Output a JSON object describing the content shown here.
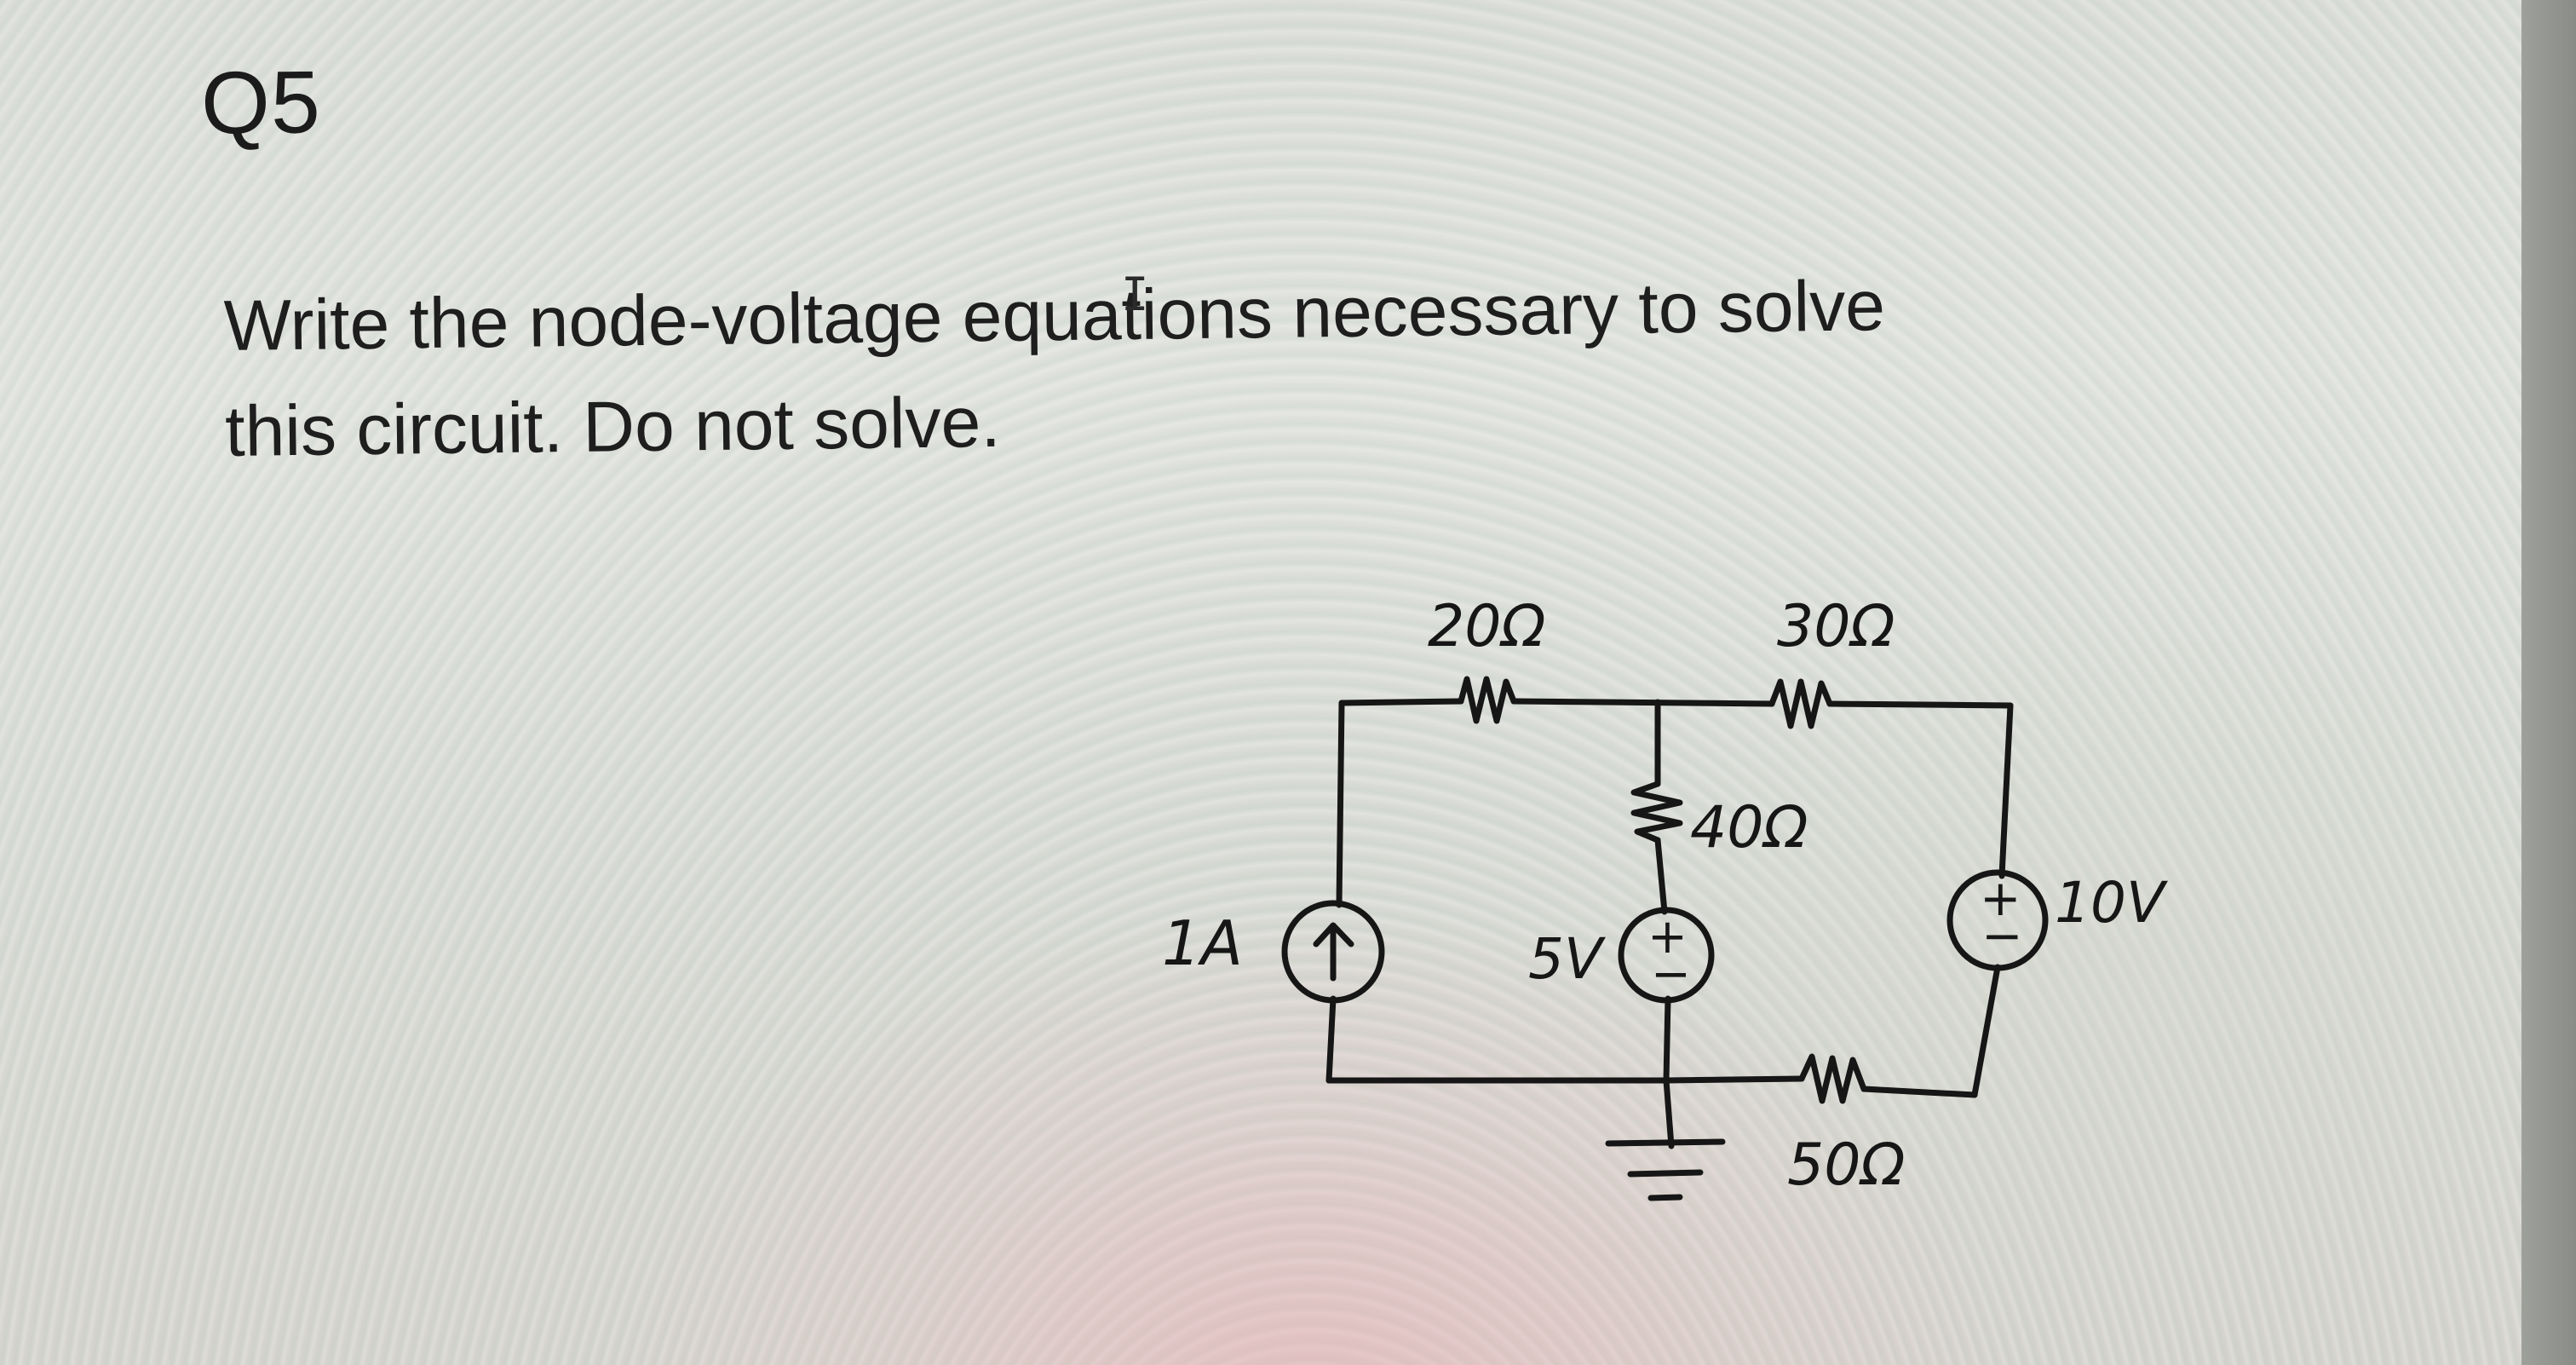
{
  "question": {
    "number": "Q5",
    "line1": "Write the node-voltage equations necessary to solve",
    "line2": "this circuit. Do not solve."
  },
  "cursor": {
    "glyph": "I",
    "icon": "text-cursor-icon"
  },
  "circuit": {
    "r1_label": "20Ω",
    "r2_label": "30Ω",
    "r3_label": "40Ω",
    "r4_label": "50Ω",
    "current_source_label": "1A",
    "voltage_source_1_label": "5V",
    "voltage_source_2_label": "10V",
    "polarity_plus": "+",
    "polarity_minus": "−",
    "arrow_glyph": "↑"
  },
  "colors": {
    "ink": "#161616",
    "text": "#1e1e1e"
  }
}
